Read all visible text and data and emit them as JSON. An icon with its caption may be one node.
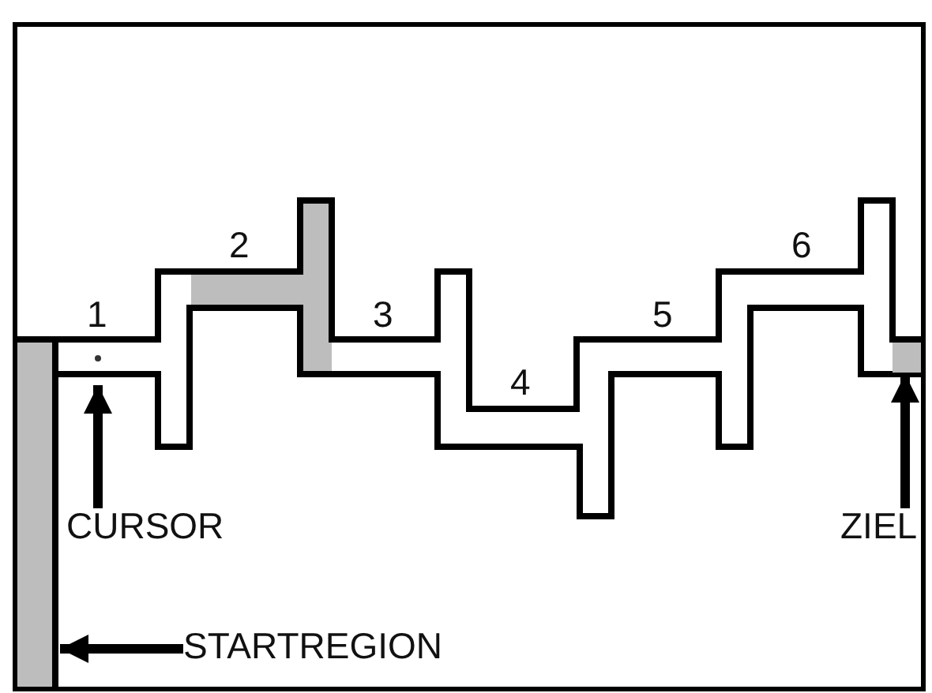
{
  "diagram": {
    "nodes": [
      {
        "text": [
          "CURSOR"
        ]
      },
      {
        "text": [
          "ZIEL"
        ]
      },
      {
        "text": [
          "STARTREGION"
        ]
      },
      {
        "text": [],
        "shape": "bar"
      },
      {
        "text": [],
        "shape": "box"
      },
      {
        "text": [],
        "shape": "circle"
      }
    ],
    "edges": [
      {
        "from": 0,
        "to": 5,
        "arrow": "to"
      },
      {
        "from": 1,
        "to": 4,
        "arrow": "to"
      },
      {
        "from": 2,
        "to": 3,
        "arrow": "to"
      }
    ],
    "labels": [
      "1",
      "2",
      "3",
      "4",
      "5",
      "6"
    ]
  }
}
